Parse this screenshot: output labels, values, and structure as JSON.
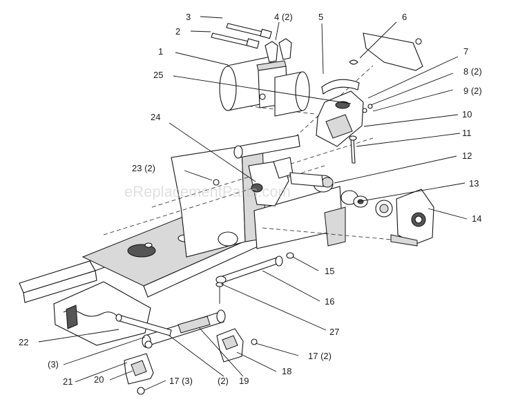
{
  "watermark": "eReplacementParts.com",
  "callouts": [
    {
      "id": "c3",
      "text": "3"
    },
    {
      "id": "c4",
      "text": "4 (2)"
    },
    {
      "id": "c5",
      "text": "5"
    },
    {
      "id": "c6",
      "text": "6"
    },
    {
      "id": "c2",
      "text": "2"
    },
    {
      "id": "c1",
      "text": "1"
    },
    {
      "id": "c7",
      "text": "7"
    },
    {
      "id": "c8",
      "text": "8 (2)"
    },
    {
      "id": "c9",
      "text": "9 (2)"
    },
    {
      "id": "c25",
      "text": "25"
    },
    {
      "id": "c10",
      "text": "10"
    },
    {
      "id": "c24",
      "text": "24"
    },
    {
      "id": "c11",
      "text": "11"
    },
    {
      "id": "c12",
      "text": "12"
    },
    {
      "id": "c23",
      "text": "23 (2)"
    },
    {
      "id": "c13",
      "text": "13"
    },
    {
      "id": "c14",
      "text": "14"
    },
    {
      "id": "c15",
      "text": "15"
    },
    {
      "id": "c16",
      "text": "16"
    },
    {
      "id": "c27",
      "text": "27"
    },
    {
      "id": "c22",
      "text": "22"
    },
    {
      "id": "c17a",
      "text": "17 (2)"
    },
    {
      "id": "c3b",
      "text": "(3)"
    },
    {
      "id": "c18",
      "text": "18"
    },
    {
      "id": "c21",
      "text": "21"
    },
    {
      "id": "c20",
      "text": "20"
    },
    {
      "id": "c17b",
      "text": "17 (3)"
    },
    {
      "id": "c2b",
      "text": "(2)"
    },
    {
      "id": "c19",
      "text": "19"
    }
  ]
}
